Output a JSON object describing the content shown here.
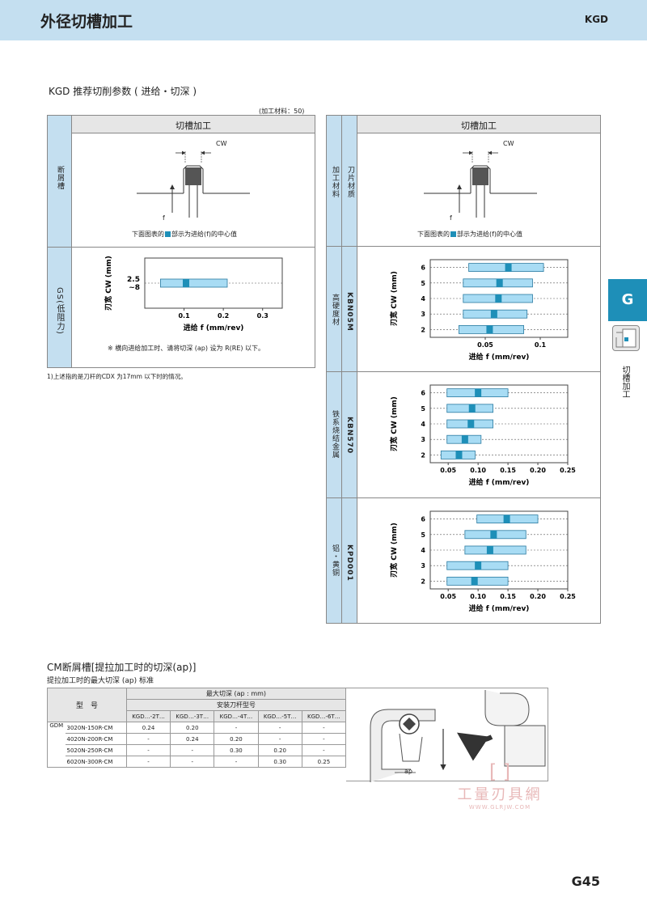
{
  "header": {
    "title": "外径切槽加工",
    "code": "KGD"
  },
  "section_title": "KGD 推荐切削参数 ( 进给・切深 )",
  "unit_note": "(加工材料：50)",
  "left_table": {
    "col_header": "切槽加工",
    "row1_label": "断屑槽",
    "row2_label": "GS(低阻力)",
    "cw_label": "CW",
    "f_label": "f",
    "legend_pre": "下面图表的",
    "legend_post": "部示为进给(f)的中心值",
    "note": "※ 横向进给加工时、请将切深 (ap) 设为 R(RE) 以下。"
  },
  "right_table": {
    "col_header": "切槽加工",
    "col1_label": "加工材料",
    "col2_label": "刀片材质",
    "cw_label": "CW",
    "f_label": "f",
    "legend_pre": "下面图表的",
    "legend_post": "部示为进给(f)的中心值",
    "rows": [
      {
        "material": "高硬度材",
        "grade": "KBN05M"
      },
      {
        "material": "铁系烧结金属",
        "grade": "KBN570"
      },
      {
        "material": "铝・黄铜",
        "grade": "KPD001"
      }
    ]
  },
  "footnote": "1)上述指的是刀杆的CDX 为17mm 以下时的情况。",
  "chart_data": [
    {
      "type": "bar",
      "ylabel": "刃宽 CW (mm)",
      "xlabel": "进给 f (mm/rev)",
      "xlim": [
        0,
        0.35
      ],
      "xticks": [
        "0.1",
        "0.2",
        "0.3"
      ],
      "xtick_values": [
        0.1,
        0.2,
        0.3
      ],
      "categories": [
        "2.5\n~8"
      ],
      "category_lines": [
        "2.5",
        "~8"
      ],
      "ranges": [
        [
          0.04,
          0.21
        ]
      ],
      "centers": [
        0.105
      ]
    },
    {
      "type": "bar",
      "ylabel": "刃宽 CW (mm)",
      "xlabel": "进给 f (mm/rev)",
      "xlim": [
        0,
        0.125
      ],
      "xticks": [
        "0.05",
        "0.1"
      ],
      "xtick_values": [
        0.05,
        0.1
      ],
      "categories": [
        "6",
        "5",
        "4",
        "3",
        "2"
      ],
      "ranges": [
        [
          0.035,
          0.103
        ],
        [
          0.03,
          0.093
        ],
        [
          0.03,
          0.093
        ],
        [
          0.03,
          0.088
        ],
        [
          0.026,
          0.085
        ]
      ],
      "centers": [
        0.071,
        0.063,
        0.062,
        0.058,
        0.054
      ]
    },
    {
      "type": "bar",
      "ylabel": "刃宽 CW (mm)",
      "xlabel": "进给 f (mm/rev)",
      "xlim": [
        0.02,
        0.25
      ],
      "xticks": [
        "0.05",
        "0.10",
        "0.15",
        "0.20",
        "0.25"
      ],
      "xtick_values": [
        0.05,
        0.1,
        0.15,
        0.2,
        0.25
      ],
      "categories": [
        "6",
        "5",
        "4",
        "3",
        "2"
      ],
      "ranges": [
        [
          0.048,
          0.15
        ],
        [
          0.048,
          0.125
        ],
        [
          0.048,
          0.125
        ],
        [
          0.048,
          0.105
        ],
        [
          0.038,
          0.095
        ]
      ],
      "centers": [
        0.1,
        0.09,
        0.088,
        0.078,
        0.068
      ]
    },
    {
      "type": "bar",
      "ylabel": "刃宽 CW (mm)",
      "xlabel": "进给 f (mm/rev)",
      "xlim": [
        0.02,
        0.25
      ],
      "xticks": [
        "0.05",
        "0.10",
        "0.15",
        "0.20",
        "0.25"
      ],
      "xtick_values": [
        0.05,
        0.1,
        0.15,
        0.2,
        0.25
      ],
      "categories": [
        "6",
        "5",
        "4",
        "3",
        "2"
      ],
      "ranges": [
        [
          0.098,
          0.2
        ],
        [
          0.078,
          0.18
        ],
        [
          0.078,
          0.18
        ],
        [
          0.048,
          0.15
        ],
        [
          0.048,
          0.15
        ]
      ],
      "centers": [
        0.148,
        0.126,
        0.12,
        0.1,
        0.094
      ]
    }
  ],
  "cm": {
    "title": "CM断屑槽[提拉加工时的切深(ap)]",
    "subtitle": "提拉加工时的最大切深 (ap) 标准",
    "model_header": "型　号",
    "max_depth_header": "最大切深 (ap : mm)",
    "holder_header": "安装刀杆型号",
    "holder_cols": [
      "KGD…-2T…",
      "KGD…-3T…",
      "KGD…-4T…",
      "KGD…-5T…",
      "KGD…-6T…"
    ],
    "prefix": "GDM",
    "rows": [
      {
        "model": "3020N-150R-CM",
        "values": [
          "0.24",
          "0.20",
          "-",
          "-",
          "-"
        ]
      },
      {
        "model": "4020N-200R-CM",
        "values": [
          "-",
          "0.24",
          "0.20",
          "-",
          "-"
        ]
      },
      {
        "model": "5020N-250R-CM",
        "values": [
          "-",
          "-",
          "0.30",
          "0.20",
          "-"
        ]
      },
      {
        "model": "6020N-300R-CM",
        "values": [
          "-",
          "-",
          "-",
          "0.30",
          "0.25"
        ]
      }
    ],
    "ap_label": "ap"
  },
  "side": {
    "tab": "G",
    "label": "切槽加工"
  },
  "watermark": {
    "text": "工量刃具網",
    "url": "WWW.GLRJW.COM"
  },
  "page_number": "G45",
  "colors": {
    "header_bg": "#c4dff0",
    "bar_fill": "#a8dcf4",
    "bar_center": "#1e8fb8",
    "tab": "#1e8fb8"
  }
}
